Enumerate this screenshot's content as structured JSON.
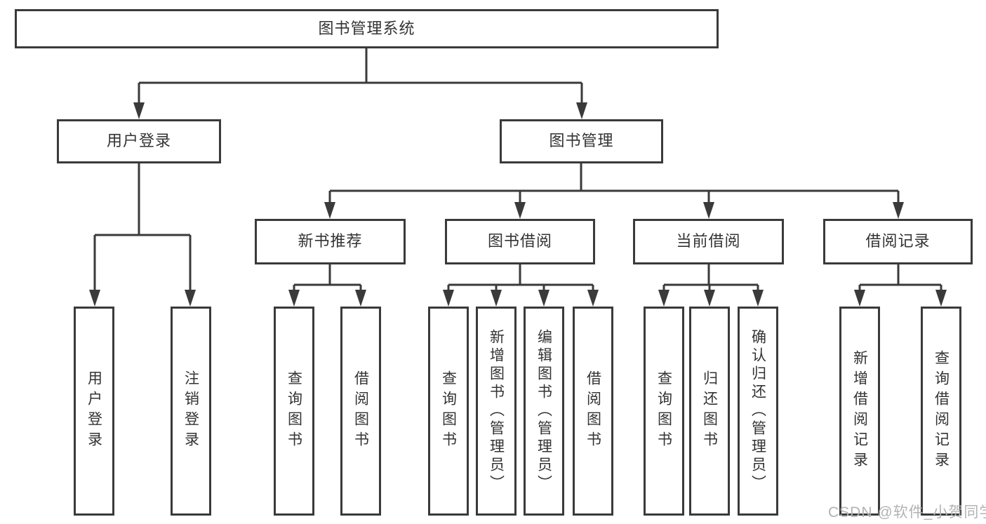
{
  "diagram": {
    "root": {
      "label": "图书管理系统"
    },
    "branches": [
      {
        "label": "用户登录",
        "children": [
          {
            "label": "用户登录"
          },
          {
            "label": "注销登录"
          }
        ]
      },
      {
        "label": "图书管理",
        "children": [
          {
            "label": "新书推荐",
            "children": [
              {
                "label": "查询图书"
              },
              {
                "label": "借阅图书"
              }
            ]
          },
          {
            "label": "图书借阅",
            "children": [
              {
                "label": "查询图书"
              },
              {
                "label": "新增图书（管理员）"
              },
              {
                "label": "编辑图书（管理员）"
              },
              {
                "label": "借阅图书"
              }
            ]
          },
          {
            "label": "当前借阅",
            "children": [
              {
                "label": "查询图书"
              },
              {
                "label": "归还图书"
              },
              {
                "label": "确认归还（管理员）"
              }
            ]
          },
          {
            "label": "借阅记录",
            "children": [
              {
                "label": "新增借阅记录"
              },
              {
                "label": "查询借阅记录"
              }
            ]
          }
        ]
      }
    ]
  },
  "watermark": {
    "text": "CSDN @软件_小贺同学"
  },
  "colors": {
    "line": "#3a3a3a",
    "text": "#333333",
    "watermark": "#b3b3b3",
    "background": "#ffffff"
  }
}
